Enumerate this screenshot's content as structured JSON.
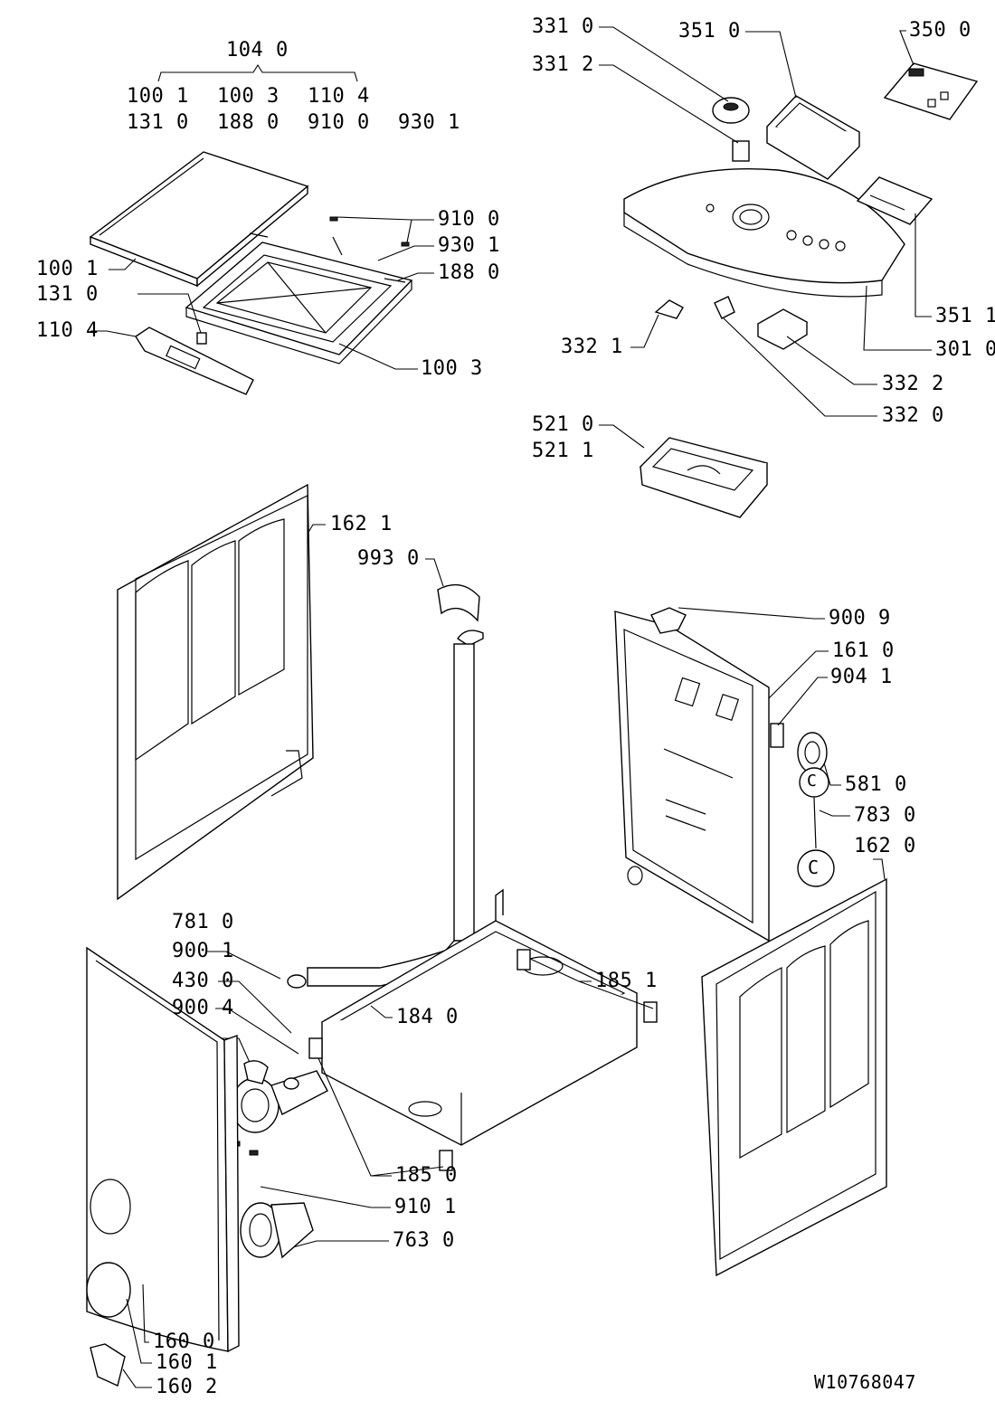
{
  "diagram": {
    "doc_number": "W10768047",
    "group_label": "104 0",
    "group_members": [
      "100 1",
      "100 3",
      "110 4",
      "131 0",
      "188 0",
      "910 0",
      "930 1"
    ],
    "callouts": [
      {
        "id": "c1001",
        "text": "100 1"
      },
      {
        "id": "c1310",
        "text": "131 0"
      },
      {
        "id": "c1104",
        "text": "110 4"
      },
      {
        "id": "c9100",
        "text": "910 0"
      },
      {
        "id": "c9301",
        "text": "930 1"
      },
      {
        "id": "c1880",
        "text": "188 0"
      },
      {
        "id": "c1003",
        "text": "100 3"
      },
      {
        "id": "c3310",
        "text": "331 0"
      },
      {
        "id": "c3312",
        "text": "331 2"
      },
      {
        "id": "c3510",
        "text": "351 0"
      },
      {
        "id": "c3500",
        "text": "350 0"
      },
      {
        "id": "c3511",
        "text": "351 1"
      },
      {
        "id": "c3010",
        "text": "301 0"
      },
      {
        "id": "c3321",
        "text": "332 1"
      },
      {
        "id": "c3322",
        "text": "332 2"
      },
      {
        "id": "c3320",
        "text": "332 0"
      },
      {
        "id": "c5210",
        "text": "521 0"
      },
      {
        "id": "c5211",
        "text": "521 1"
      },
      {
        "id": "c1621",
        "text": "162 1"
      },
      {
        "id": "c9930",
        "text": "993 0"
      },
      {
        "id": "c9009",
        "text": "900 9"
      },
      {
        "id": "c1610",
        "text": "161 0"
      },
      {
        "id": "c9041",
        "text": "904 1"
      },
      {
        "id": "c5810",
        "text": "581 0"
      },
      {
        "id": "c7830",
        "text": "783 0"
      },
      {
        "id": "c1620",
        "text": "162 0"
      },
      {
        "id": "c7810",
        "text": "781 0"
      },
      {
        "id": "c9001",
        "text": "900 1"
      },
      {
        "id": "c4300",
        "text": "430 0"
      },
      {
        "id": "c9004",
        "text": "900 4"
      },
      {
        "id": "c1851",
        "text": "185 1"
      },
      {
        "id": "c1840",
        "text": "184 0"
      },
      {
        "id": "c1850",
        "text": "185 0"
      },
      {
        "id": "c9101",
        "text": "910 1"
      },
      {
        "id": "c7630",
        "text": "763 0"
      },
      {
        "id": "c1600",
        "text": "160 0"
      },
      {
        "id": "c1601",
        "text": "160 1"
      },
      {
        "id": "c1602",
        "text": "160 2"
      }
    ],
    "connector_symbol": "C"
  }
}
